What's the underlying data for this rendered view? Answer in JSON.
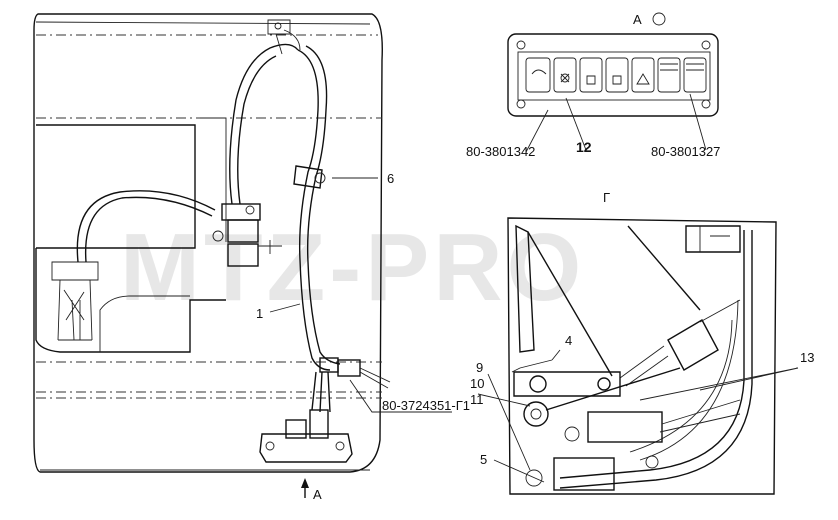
{
  "watermark": "MTZ-PRO",
  "view_labels": {
    "view_a": "А",
    "view_g": "Г",
    "arrow_a": "А"
  },
  "callouts": {
    "c1": "1",
    "c4": "4",
    "c5": "5",
    "c6": "6",
    "c9": "9",
    "c10": "10",
    "c11": "11",
    "c12": "12",
    "c13": "13"
  },
  "part_numbers": {
    "harness": "80-3724351-Г1",
    "switch_left": "80-3801342",
    "switch_right": "80-3801327"
  }
}
